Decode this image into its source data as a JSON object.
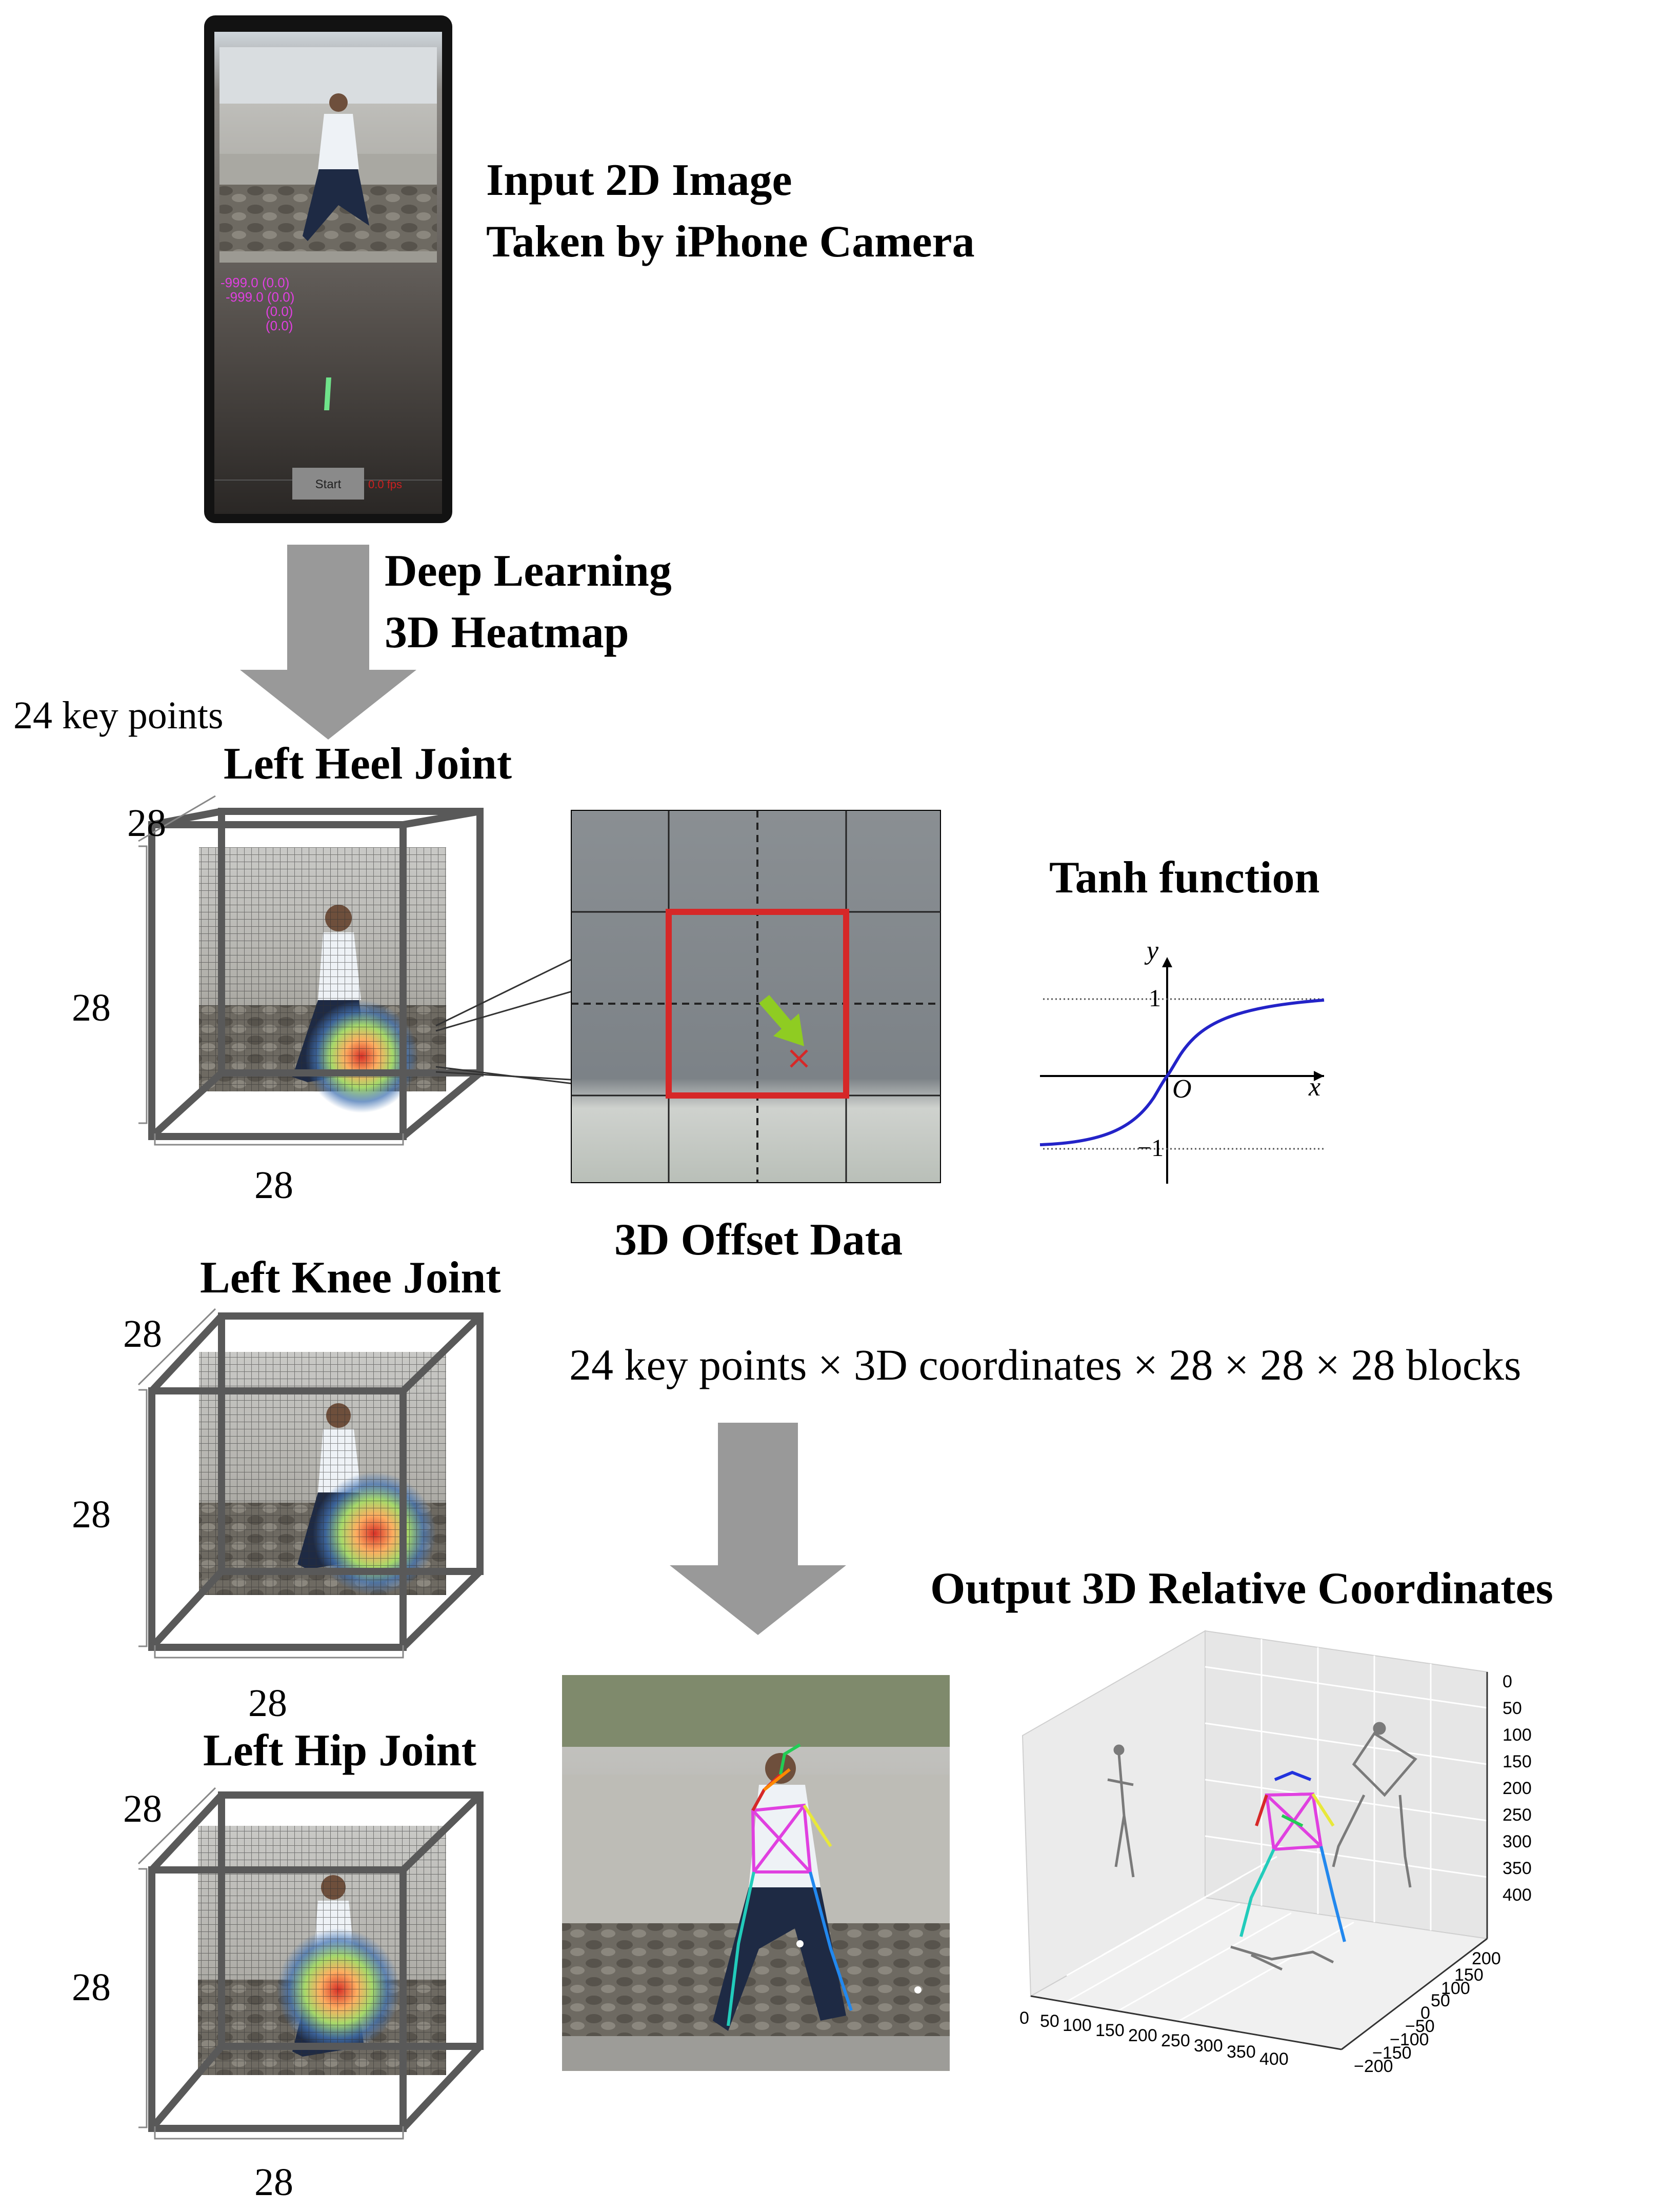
{
  "input": {
    "title_line1": "Input 2D Image",
    "title_line2": "Taken by iPhone Camera",
    "phone": {
      "readout": [
        "-999.0 (0.0)",
        "-999.0 (0.0)",
        "(0.0)",
        "(0.0)"
      ],
      "start_button": "Start",
      "red_label": "0.0 fps"
    }
  },
  "step1": {
    "line1": "Deep Learning",
    "line2": "3D Heatmap"
  },
  "keypoints_label": "24 key points",
  "joints": [
    {
      "title": "Left Heel Joint",
      "depth": "28",
      "height": "28",
      "width": "28"
    },
    {
      "title": "Left Knee Joint",
      "depth": "28",
      "height": "28",
      "width": "28"
    },
    {
      "title": "Left Hip Joint",
      "depth": "28",
      "height": "28",
      "width": "28"
    }
  ],
  "offset": {
    "title": "3D Offset Data",
    "formula": "24 key points × 3D coordinates × 28 × 28 × 28 blocks"
  },
  "tanh": {
    "title": "Tanh function",
    "y_axis": "y",
    "x_axis": "x",
    "origin": "O",
    "pos_one": "1",
    "neg_one": "−1"
  },
  "output": {
    "title": "Output 3D Relative Coordinates",
    "x_ticks": [
      "0",
      "50",
      "100",
      "150",
      "200",
      "250",
      "300",
      "350",
      "400"
    ],
    "y_ticks": [
      "200",
      "150",
      "100",
      "50",
      "0",
      "−50",
      "−100",
      "−150",
      "−200"
    ],
    "z_ticks": [
      "0",
      "50",
      "100",
      "150",
      "200",
      "250",
      "300",
      "350",
      "400"
    ]
  },
  "colors": {
    "frame": "#595959",
    "arrow": "#999999",
    "highlight": "#d62828",
    "curve": "#2323c8",
    "offset_arrow": "#8fcc22",
    "readout": "#e040e0"
  }
}
